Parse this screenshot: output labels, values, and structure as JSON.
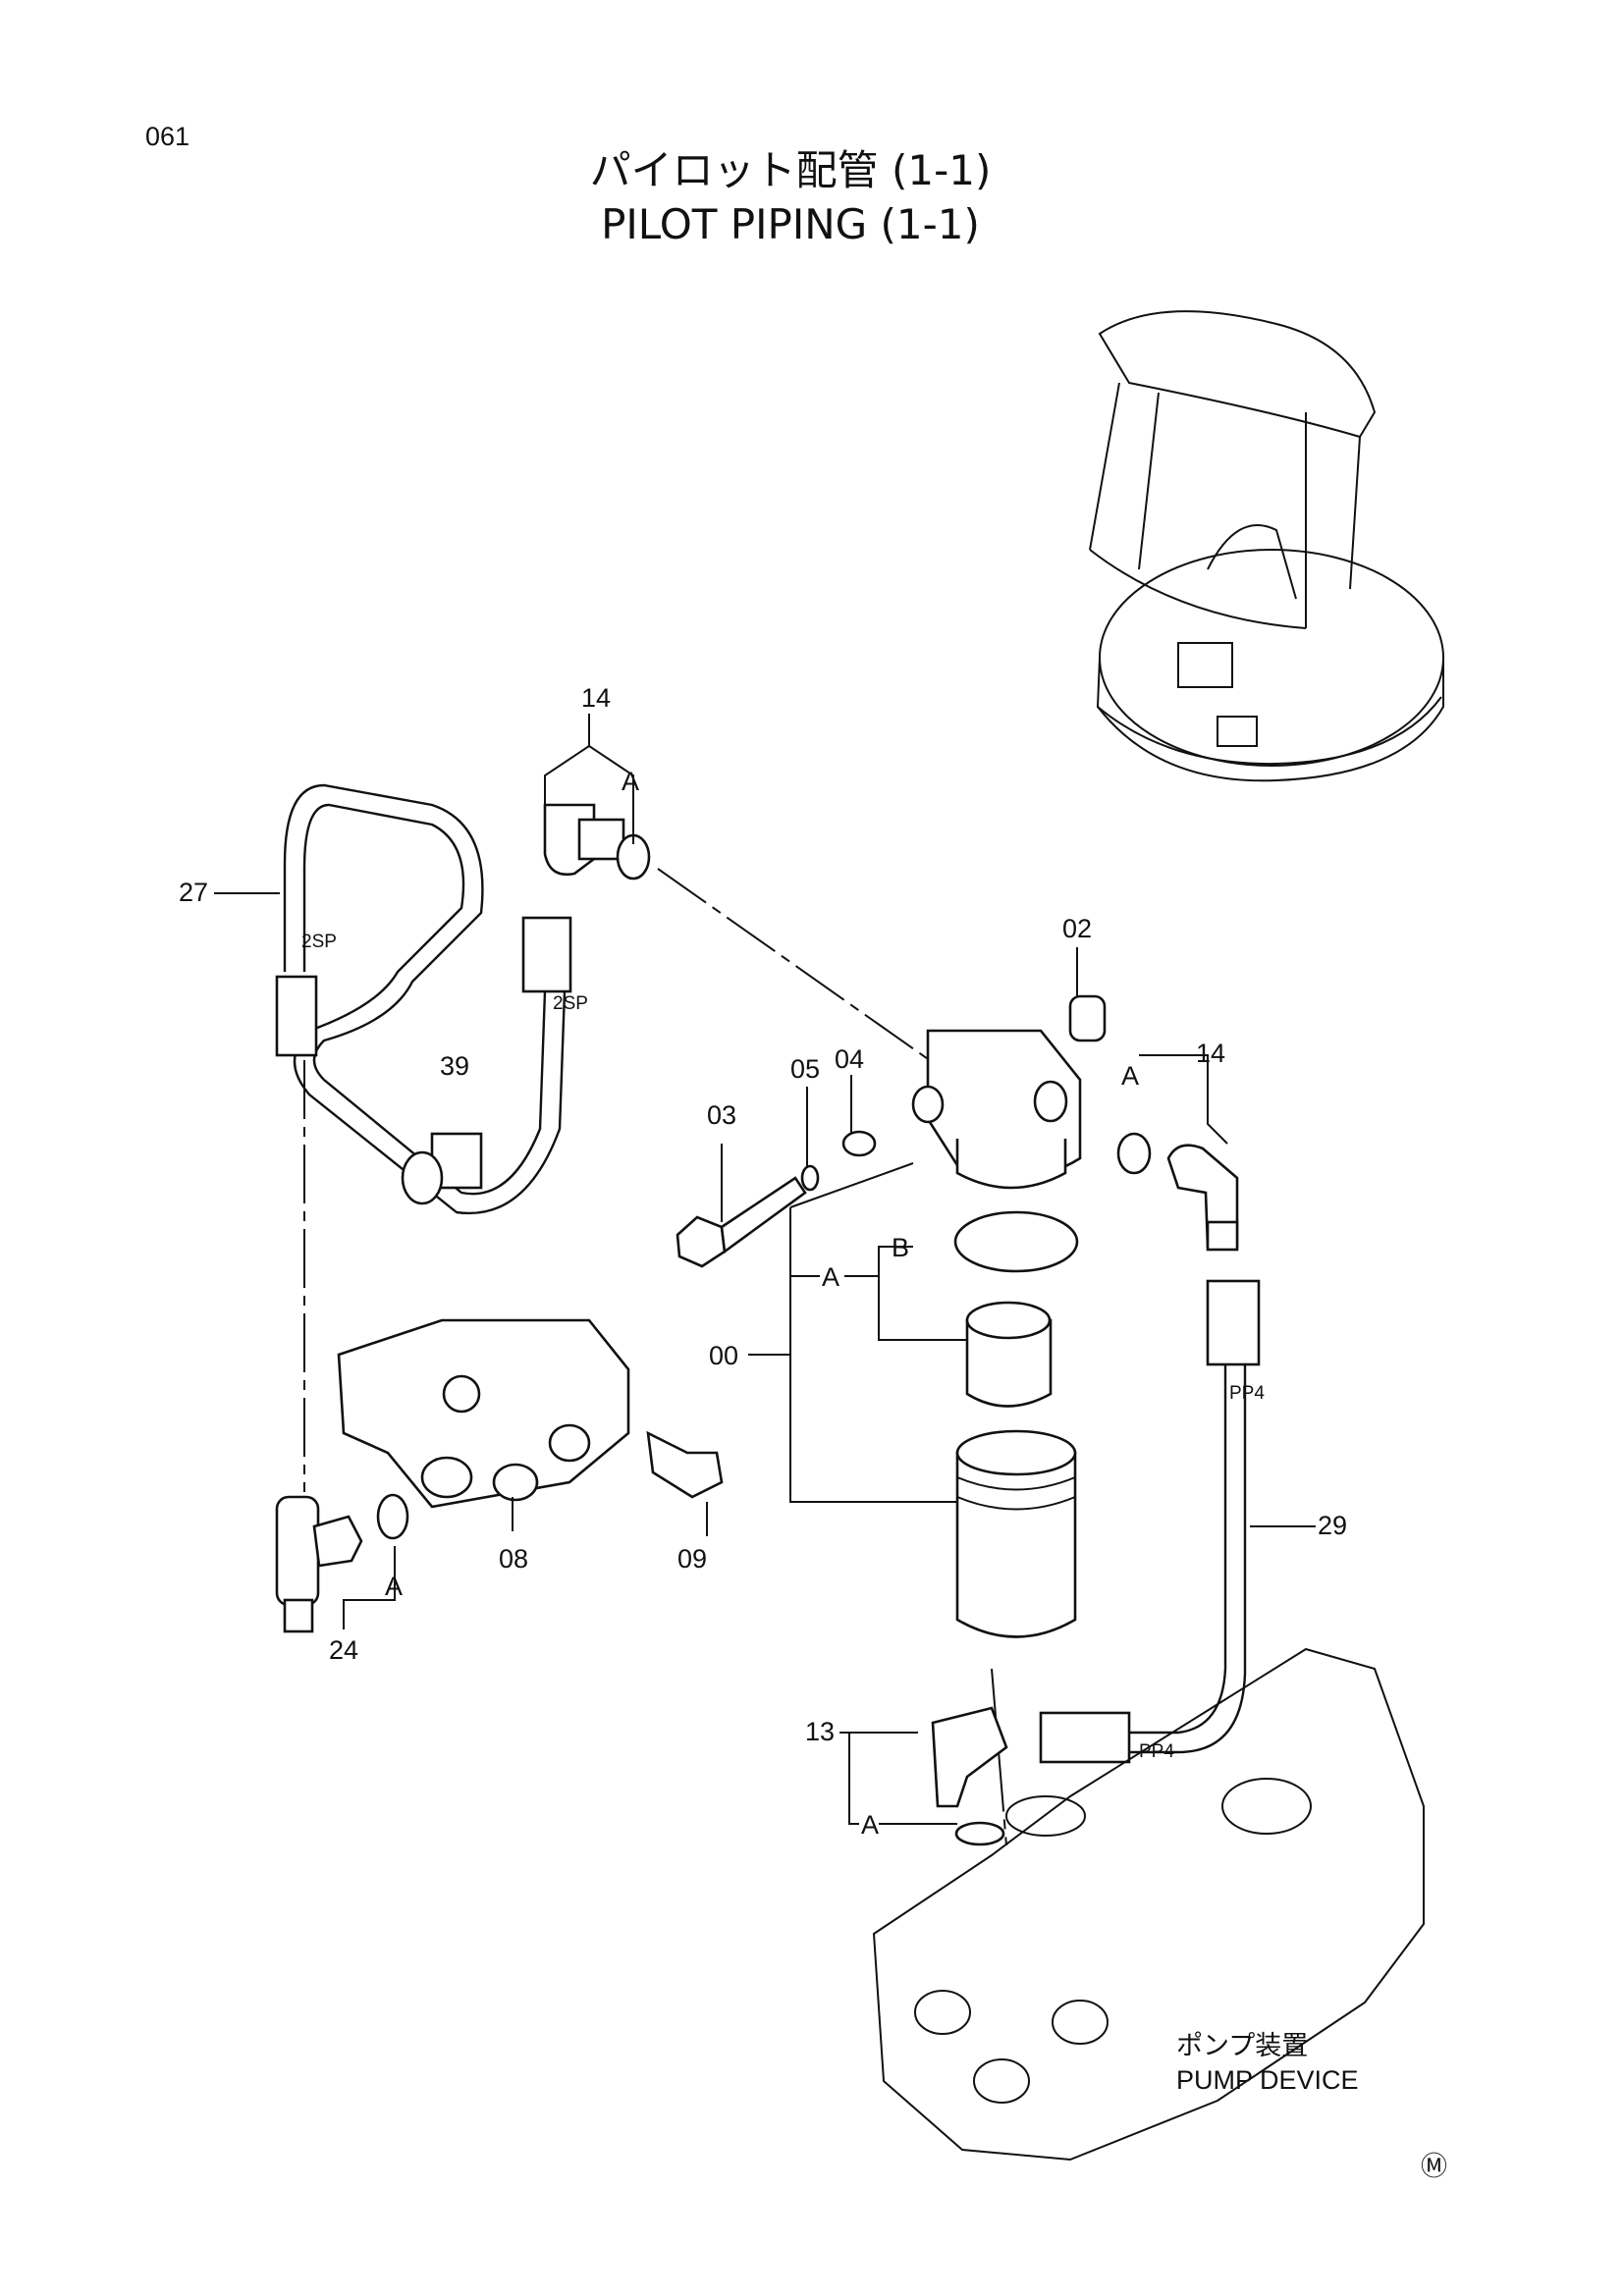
{
  "page": {
    "page_number": "061",
    "title_jp": "パイロット配管 (1-1)",
    "title_en": "PILOT PIPING (1-1)",
    "mark": "Ⓜ"
  },
  "callouts": {
    "p00": "00",
    "p02": "02",
    "p03": "03",
    "p04": "04",
    "p05": "05",
    "p08": "08",
    "p09": "09",
    "p13": "13",
    "p14a": "14",
    "p14b": "14",
    "p24": "24",
    "p27": "27",
    "p29": "29",
    "p39": "39"
  },
  "sublabels": {
    "a1": "A",
    "a2": "A",
    "a3": "A",
    "a4": "A",
    "a5": "A",
    "b1": "B"
  },
  "pipe_marks": {
    "sp1": "2SP",
    "sp2": "2SP",
    "pp1": "PP4",
    "pp2": "PP4"
  },
  "pump": {
    "label_jp": "ポンプ装置",
    "label_en": "PUMP DEVICE"
  }
}
